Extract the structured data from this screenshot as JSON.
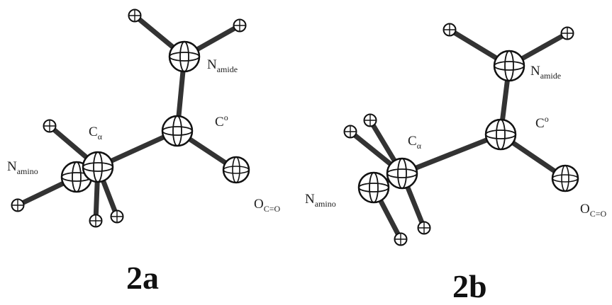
{
  "colors": {
    "bond": "#333333",
    "atom_outline": "#111111",
    "atom_fill": "#ffffff",
    "text": "#222222"
  },
  "panels": [
    {
      "id": "2a",
      "label": "2a",
      "atom_labels": {
        "n_amide": {
          "main": "N",
          "sub": "amide"
        },
        "c_carbonyl": {
          "main": "C",
          "sup": "o"
        },
        "c_alpha": {
          "main": "C",
          "sub": "α"
        },
        "n_amino": {
          "main": "N",
          "sub": "amino"
        },
        "o_carbonyl": {
          "main": "O",
          "sub": "C=O"
        }
      }
    },
    {
      "id": "2b",
      "label": "2b",
      "atom_labels": {
        "n_amide": {
          "main": "N",
          "sub": "amide"
        },
        "c_carbonyl": {
          "main": "C",
          "sup": "o"
        },
        "c_alpha": {
          "main": "C",
          "sub": "α"
        },
        "n_amino": {
          "main": "N",
          "sub": "amino"
        },
        "o_carbonyl": {
          "main": "O",
          "sub": "C=O"
        }
      }
    }
  ]
}
